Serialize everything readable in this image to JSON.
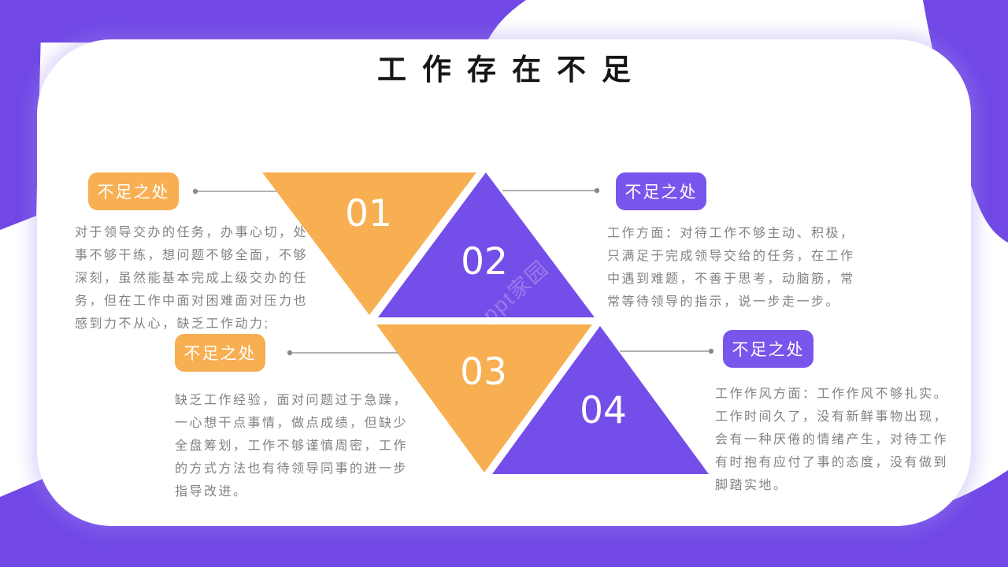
{
  "slide": {
    "title": "工作存在不足",
    "watermark": "ppt家园"
  },
  "colors": {
    "background_purple": "#7148E6",
    "shape_purple": "#744EE8",
    "shape_orange": "#F7AF52",
    "body_text_gray": "#828282",
    "connector_gray": "#999999",
    "card_glow_lavender": "#DDD6F6"
  },
  "items": [
    {
      "number": "01",
      "badge": "不足之处",
      "color": "orange",
      "text": "对于领导交办的任务，办事心切，处事不够干练，想问题不够全面，不够深刻，虽然能基本完成上级交办的任务，但在工作中面对困难面对压力也感到力不从心，缺乏工作动力;"
    },
    {
      "number": "02",
      "badge": "不足之处",
      "color": "purple",
      "text": "工作方面：对待工作不够主动、积极，只满足于完成领导交给的任务，在工作中遇到难题，不善于思考，动脑筋，常常等待领导的指示，说一步走一步。"
    },
    {
      "number": "03",
      "badge": "不足之处",
      "color": "orange",
      "text": "缺乏工作经验，面对问题过于急躁，一心想干点事情，做点成绩，但缺少全盘筹划，工作不够谨慎周密，工作的方式方法也有待领导同事的进一步指导改进。"
    },
    {
      "number": "04",
      "badge": "不足之处",
      "color": "purple",
      "text": "工作作风方面：工作作风不够扎实。工作时间久了，没有新鲜事物出现，会有一种厌倦的情绪产生，对待工作有时抱有应付了事的态度，没有做到脚踏实地。"
    }
  ]
}
